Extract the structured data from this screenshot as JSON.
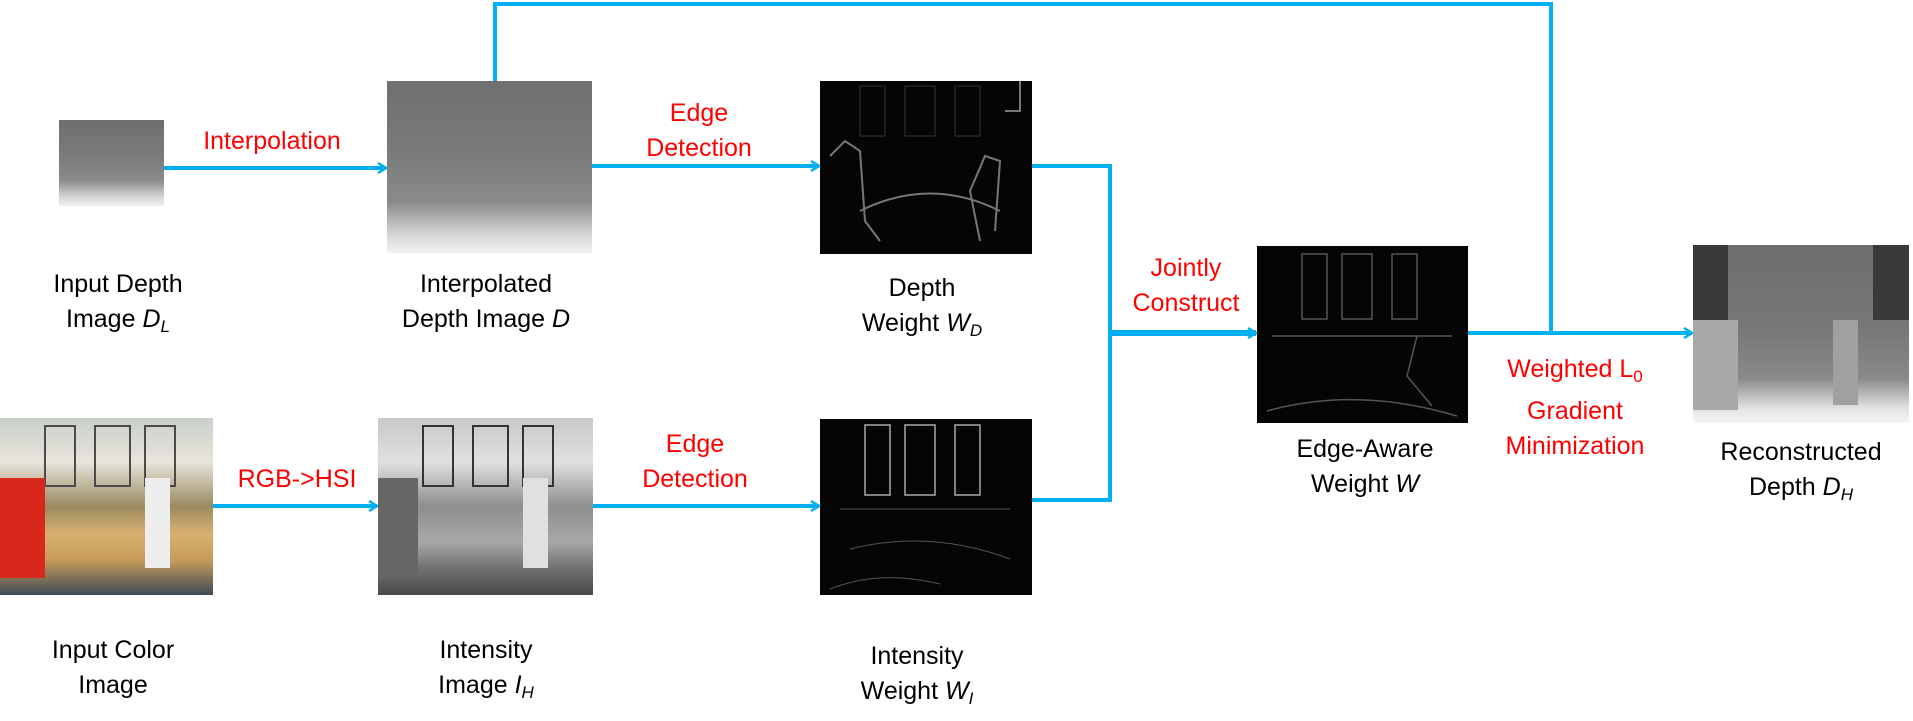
{
  "colors": {
    "arrow": "#00b0f0",
    "operation_text": "#ff0000",
    "caption_text": "#000000"
  },
  "operations": {
    "interpolation": "Interpolation",
    "edge_detection_1": [
      "Edge",
      "Detection"
    ],
    "edge_detection_2": [
      "Edge",
      "Detection"
    ],
    "jointly_construct": [
      "Jointly",
      "Construct"
    ],
    "rgb_hsi": "RGB->HSI",
    "weighted_l0": {
      "line1": "Weighted L",
      "sub": "0",
      "line2": "Gradient",
      "line3": "Minimization"
    }
  },
  "captions": {
    "input_depth": {
      "line1": "Input Depth",
      "line2": "Image ",
      "var": "D",
      "sub": "L"
    },
    "interpolated": {
      "line1": "Interpolated",
      "line2": "Depth Image ",
      "var": "D"
    },
    "depth_weight": {
      "line1": "Depth",
      "line2": "Weight ",
      "var": "W",
      "sub": "D"
    },
    "edge_aware": {
      "line1": "Edge-Aware",
      "line2": "Weight ",
      "var": "W"
    },
    "reconstructed": {
      "line1": "Reconstructed",
      "line2": "Depth ",
      "var": "D",
      "sub": "H"
    },
    "input_color": {
      "line1": "Input Color",
      "line2": "Image"
    },
    "intensity_image": {
      "line1": "Intensity",
      "line2": "Image ",
      "var": "I",
      "sub": "H"
    },
    "intensity_weight": {
      "line1": "Intensity",
      "line2": "Weight ",
      "var": "W",
      "sub": "I"
    }
  }
}
